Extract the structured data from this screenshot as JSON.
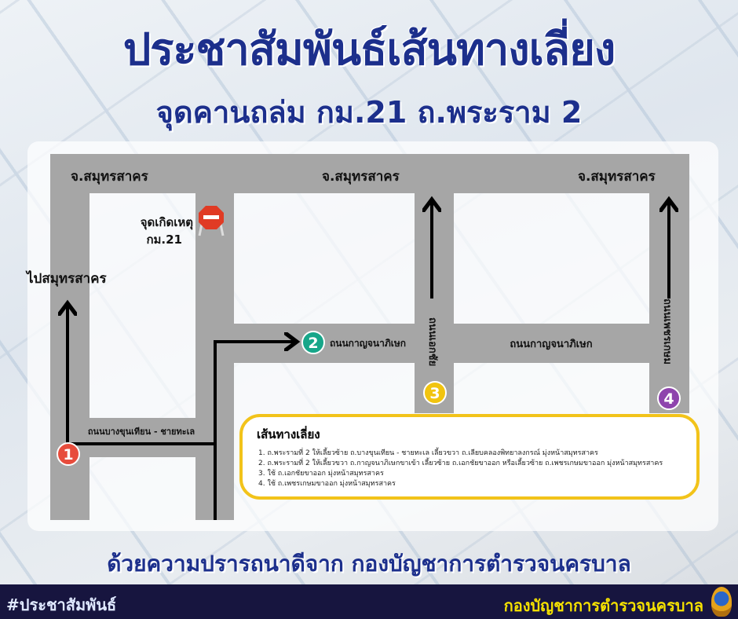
{
  "header": {
    "title": "ประชาสัมพันธ์เส้นทางเลี่ยง",
    "subtitle": "จุดคานถล่ม กม.21 ถ.พระราม 2"
  },
  "map": {
    "destinations": [
      "จ.สมุทรสาคร",
      "จ.สมุทรสาคร",
      "จ.สมุทรสาคร"
    ],
    "to_samut_sakhon": "ไปสมุทรสาคร",
    "incident_label_1": "จุดเกิดเหตุ",
    "incident_label_2": "กม.21",
    "roads": {
      "kanchanaphisek_1": "ถนนกาญจนาภิเษก",
      "kanchanaphisek_2": "ถนนกาญจนาภิเษก",
      "bang_khun_thian": "ถนนบางขุนเทียน - ชายทะเล",
      "ekkachai": "ถนนเอกชัย",
      "phetkasem": "ถนนเพชรเกษม"
    },
    "markers": [
      {
        "num": "1",
        "color": "#e74c3c"
      },
      {
        "num": "2",
        "color": "#17a689"
      },
      {
        "num": "3",
        "color": "#f1c40f"
      },
      {
        "num": "4",
        "color": "#8e44ad"
      }
    ],
    "road_color": "#a6a6a6",
    "route_color": "#000000"
  },
  "legend": {
    "title": "เส้นทางเลี่ยง",
    "items": [
      "1. ถ.พระรามที่ 2 ให้เลี้ยวซ้าย ถ.บางขุนเทียน - ชายทะเล เลี้ยวขวา ถ.เลียบคลองพิทยาลงกรณ์ มุ่งหน้าสมุทรสาคร",
      "2. ถ.พระรามที่ 2 ให้เลี้ยวขวา ถ.กาญจนาภิเษกขาเข้า เลี้ยวซ้าย ถ.เอกชัยขาออก หรือเลี้ยวซ้าย ถ.เพชรเกษมขาออก มุ่งหน้าสมุทรสาคร",
      "3. ใช้ ถ.เอกชัยขาออก มุ่งหน้าสมุทรสาคร",
      "4. ใช้ ถ.เพชรเกษมขาออก มุ่งหน้าสมุทรสาคร"
    ]
  },
  "footer": {
    "message": "ด้วยความปรารถนาดีจาก กองบัญชาการตำรวจนครบาล",
    "hashtag": "#ประชาสัมพันธ์",
    "organization": "กองบัญชาการตำรวจนครบาล"
  }
}
